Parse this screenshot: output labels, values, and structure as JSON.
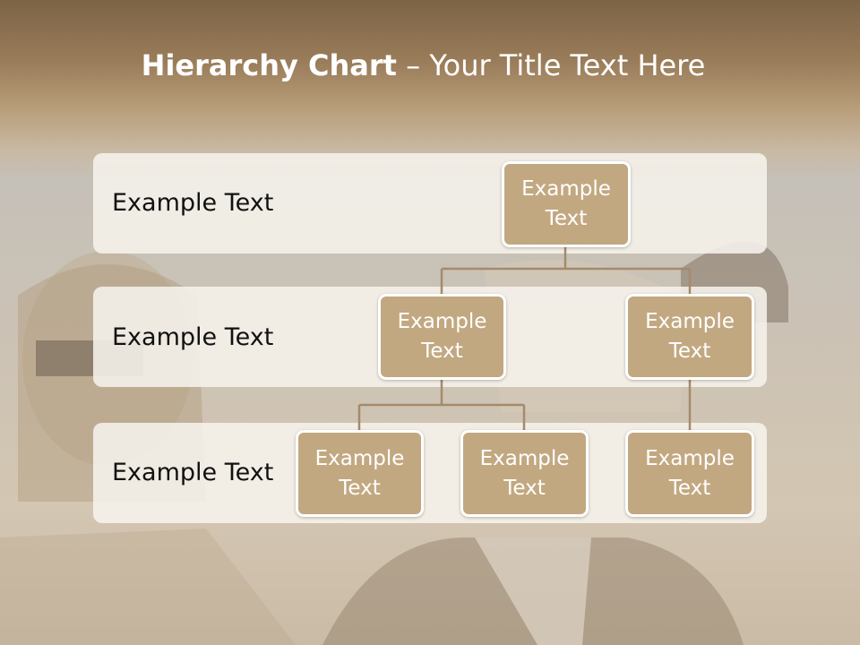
{
  "title": {
    "bold": "Hierarchy Chart",
    "rest": " – Your Title Text Here"
  },
  "levels": [
    {
      "label": "Example Text"
    },
    {
      "label": "Example Text"
    },
    {
      "label": "Example Text"
    }
  ],
  "nodes": {
    "root": "Example Text",
    "level2_left": "Example Text",
    "level2_right": "Example Text",
    "level3_a": "Example Text",
    "level3_b": "Example Text",
    "level3_c": "Example Text"
  },
  "colors": {
    "node_fill": "#c2a881",
    "connector": "#a48b6c",
    "band": "#f6f2ec"
  }
}
